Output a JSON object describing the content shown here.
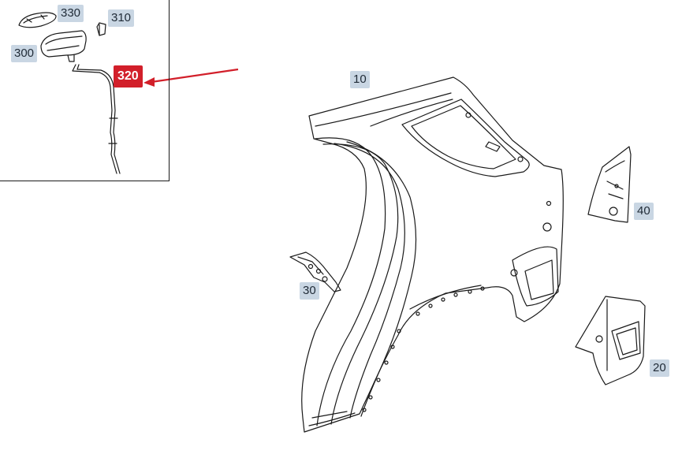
{
  "callouts": {
    "c330": "330",
    "c310": "310",
    "c300": "300",
    "c320": "320",
    "c10": "10",
    "c40": "40",
    "c30": "30",
    "c20": "20"
  },
  "colors": {
    "highlight": "#d21f2a",
    "callout_bg": "#c9d6e3",
    "line": "#1a1a1a",
    "pointer_arrow": "#d21f2a"
  },
  "icons": [
    "pointer-arrow"
  ]
}
